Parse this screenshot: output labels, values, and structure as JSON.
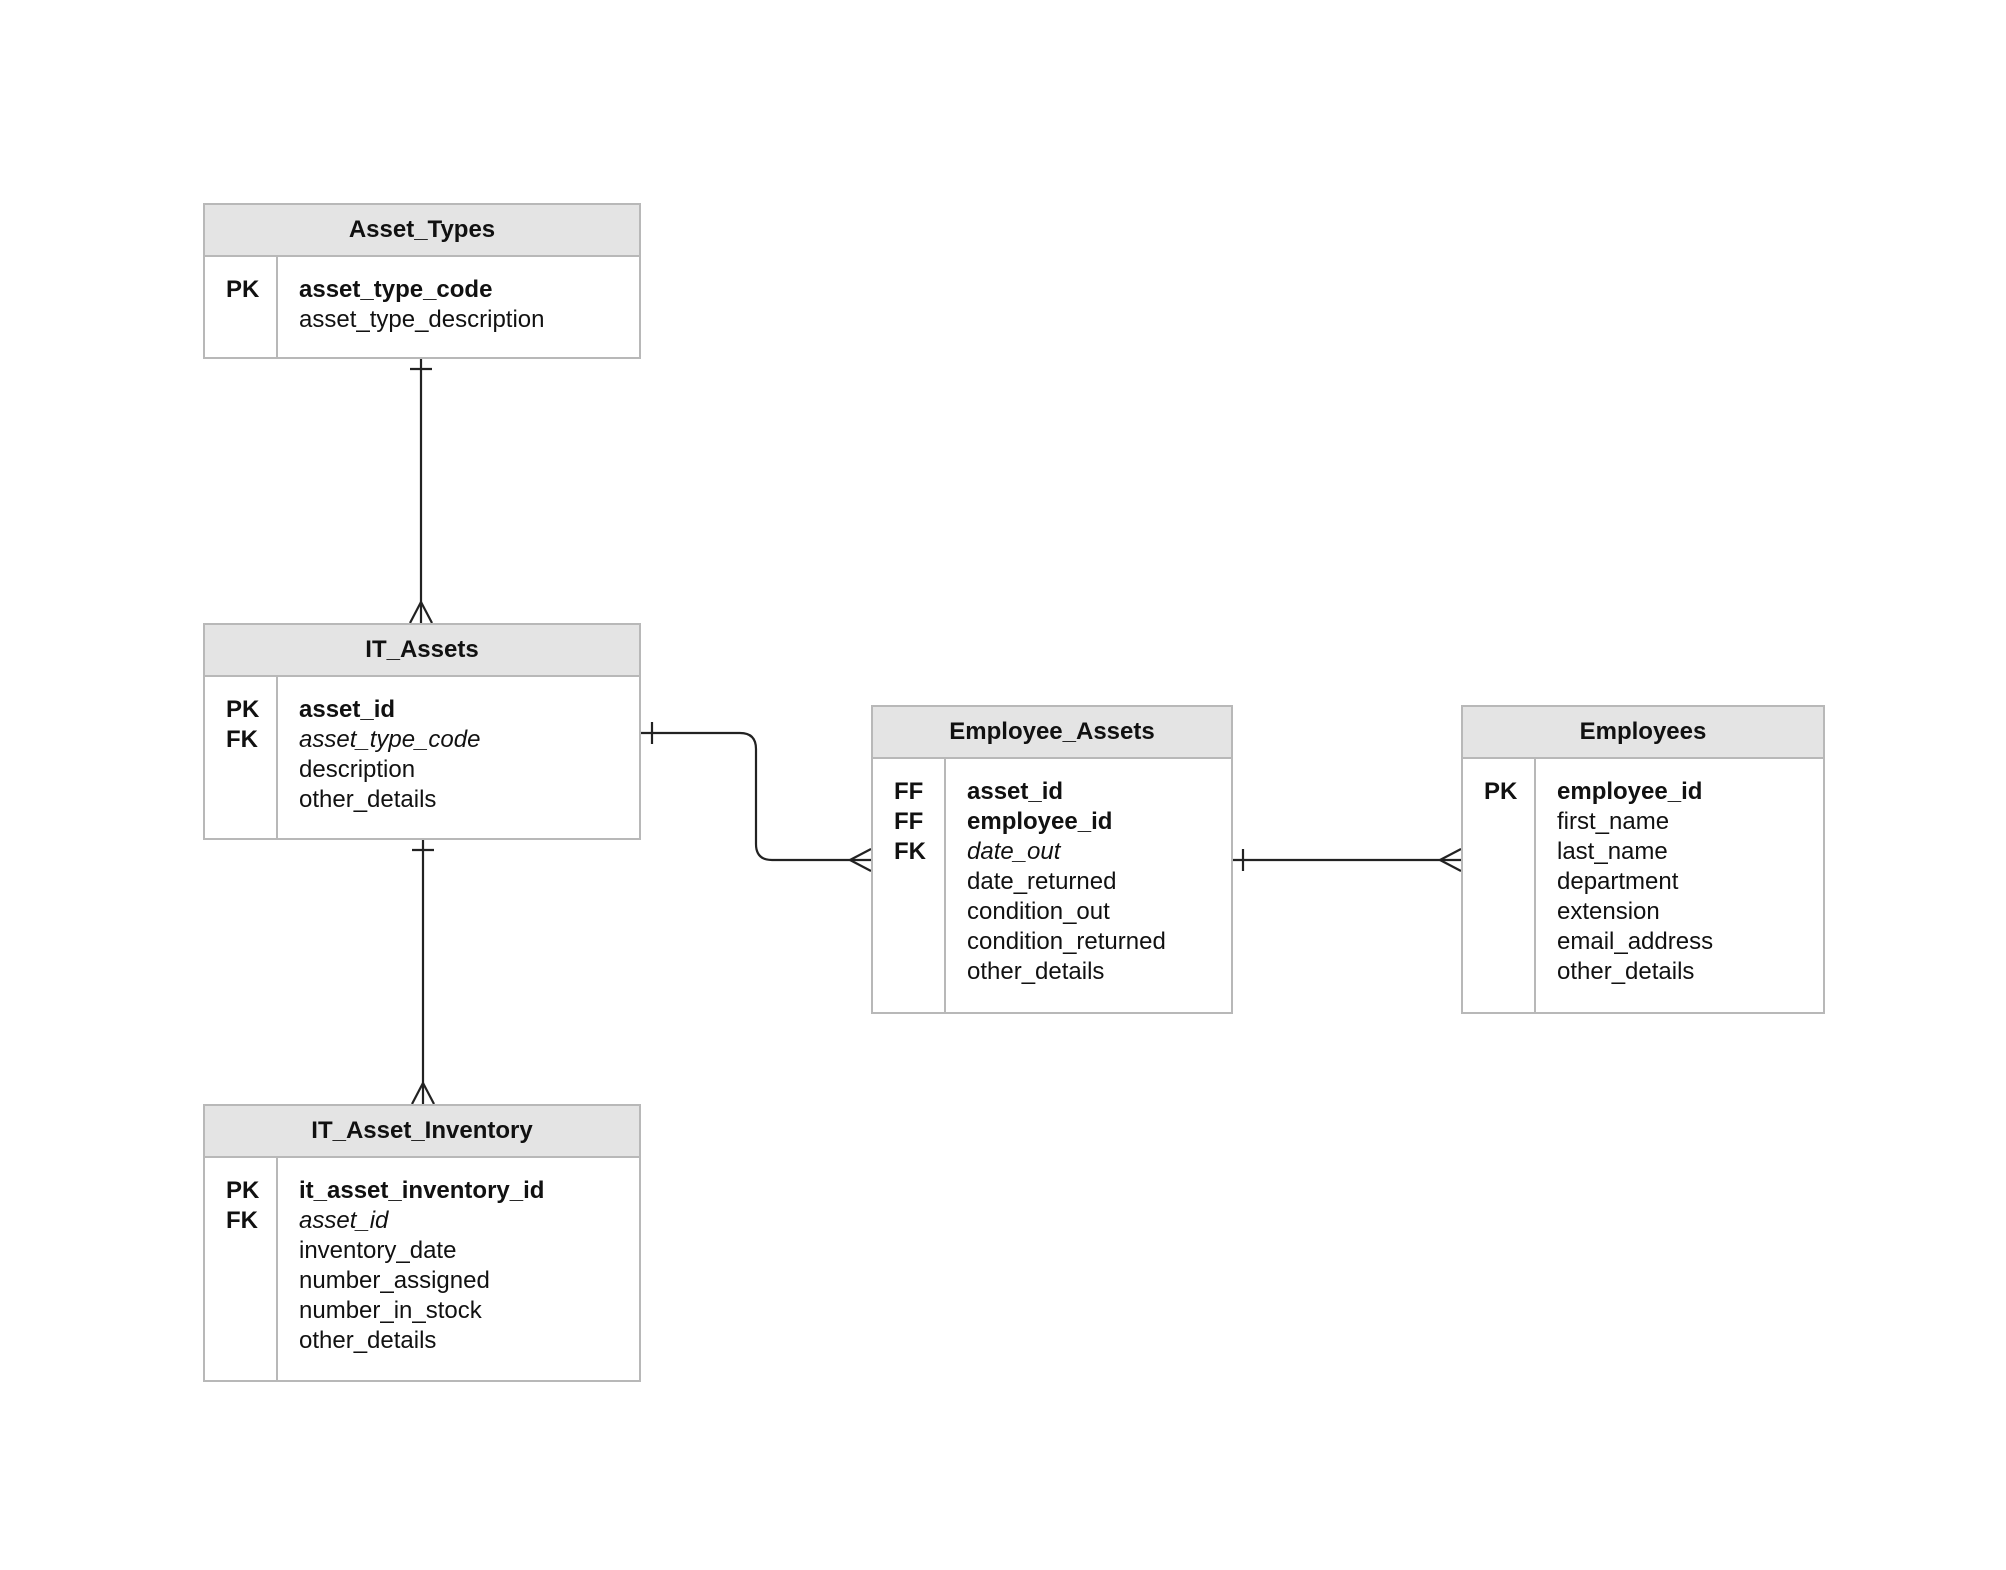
{
  "entities": {
    "asset_types": {
      "name": "Asset_Types",
      "keys": [
        "PK",
        ""
      ],
      "fields": [
        "asset_type_code",
        "asset_type_description"
      ]
    },
    "it_assets": {
      "name": "IT_Assets",
      "keys": [
        "PK",
        "FK",
        "",
        ""
      ],
      "fields": [
        "asset_id",
        "asset_type_code",
        "description",
        "other_details"
      ]
    },
    "it_asset_inventory": {
      "name": "IT_Asset_Inventory",
      "keys": [
        "PK",
        "FK",
        "",
        "",
        "",
        ""
      ],
      "fields": [
        "it_asset_inventory_id",
        "asset_id",
        "inventory_date",
        "number_assigned",
        "number_in_stock",
        "other_details"
      ]
    },
    "employee_assets": {
      "name": "Employee_Assets",
      "keys": [
        "FF",
        "FF",
        "FK",
        "",
        "",
        "",
        ""
      ],
      "fields": [
        "asset_id",
        "employee_id",
        "date_out",
        "date_returned",
        "condition_out",
        "condition_returned",
        "other_details"
      ]
    },
    "employees": {
      "name": "Employees",
      "keys": [
        "PK",
        "",
        "",
        "",
        "",
        "",
        ""
      ],
      "fields": [
        "employee_id",
        "first_name",
        "last_name",
        "department",
        "extension",
        "email_address",
        "other_details"
      ]
    }
  },
  "relationships": [
    {
      "from": "Asset_Types",
      "to": "IT_Assets",
      "from_card": "one",
      "to_card": "many"
    },
    {
      "from": "IT_Assets",
      "to": "IT_Asset_Inventory",
      "from_card": "one",
      "to_card": "many"
    },
    {
      "from": "IT_Assets",
      "to": "Employee_Assets",
      "from_card": "one",
      "to_card": "many"
    },
    {
      "from": "Employees",
      "to": "Employee_Assets",
      "from_card": "many",
      "to_card": "one"
    }
  ]
}
